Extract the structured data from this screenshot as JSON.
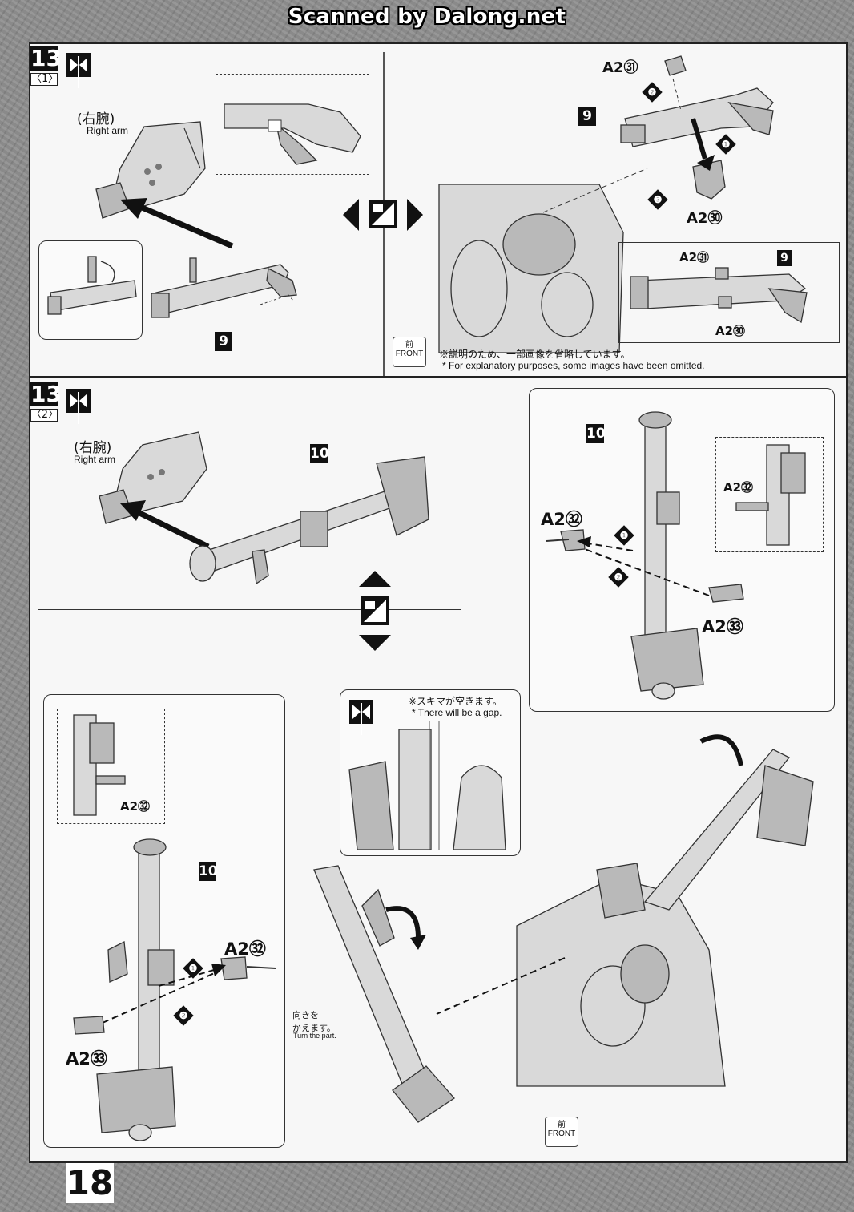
{
  "watermark": "Scanned by Dalong.net",
  "page_number": "18",
  "step1": {
    "number": "13",
    "sub": "〈1〉",
    "right_arm_jp": "(右腕)",
    "right_arm_en": "Right arm",
    "part_9": "9",
    "a2_31": "A2㉛",
    "a2_30": "A2㉚",
    "seq": [
      "❶",
      "❷",
      "❸"
    ],
    "note_jp": "※説明のため、一部画像を省略しています。",
    "note_en": "* For explanatory purposes, some images have been omitted.",
    "front_jp": "前",
    "front_en": "FRONT"
  },
  "step2": {
    "number": "13",
    "sub": "〈2〉",
    "right_arm_jp": "(右腕)",
    "right_arm_en": "Right arm",
    "part_10": "10",
    "a2_32": "A2㉜",
    "a2_33": "A2㉝",
    "gap_jp": "※スキマが空きます。",
    "gap_en": "* There will be a gap.",
    "turn_jp": "向きを\nかえます。",
    "turn_en": "Turn the part.",
    "front_jp": "前",
    "front_en": "FRONT"
  }
}
